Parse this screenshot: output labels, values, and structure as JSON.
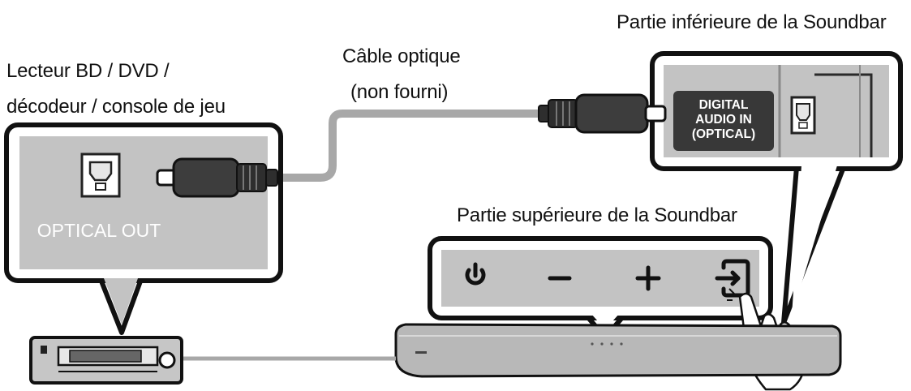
{
  "labels": {
    "player_line1": "Lecteur BD / DVD /",
    "player_line2": "décodeur / console de jeu",
    "cable_line1": "Câble optique",
    "cable_line2": "(non fourni)",
    "bottom": "Partie inférieure de la Soundbar",
    "top": "Partie supérieure de la Soundbar"
  },
  "ports": {
    "optical_out": "OPTICAL OUT",
    "digital_in_line1": "DIGITAL",
    "digital_in_line2": "AUDIO IN",
    "digital_in_line3": "(OPTICAL)"
  },
  "icons": [
    "power-icon",
    "volume-down-icon",
    "volume-up-icon",
    "source-input-icon"
  ],
  "colors": {
    "panel": "#c3c3c3",
    "panel_dark": "#383838",
    "outline": "#111111",
    "cable": "#a8a8a8"
  }
}
